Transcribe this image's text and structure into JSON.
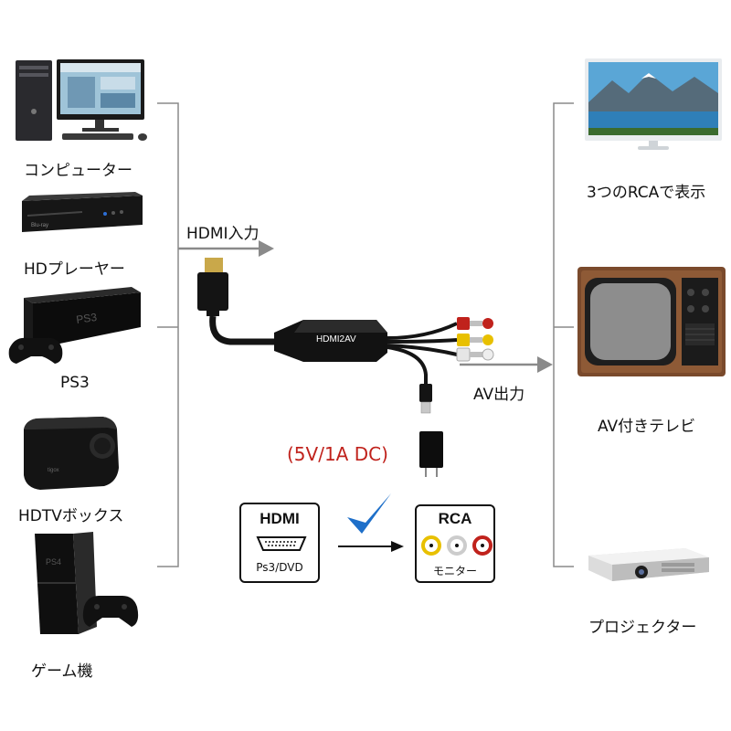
{
  "sources": [
    {
      "label": "コンピューター",
      "icon": "computer-icon"
    },
    {
      "label": "HDプレーヤー",
      "icon": "bluray-player-icon"
    },
    {
      "label": "PS3",
      "icon": "ps3-console-icon"
    },
    {
      "label": "HDTVボックス",
      "icon": "tv-box-icon"
    },
    {
      "label": "ゲーム機",
      "icon": "ps4-console-icon"
    }
  ],
  "outputs": [
    {
      "label": "3つのRCAで表示",
      "icon": "monitor-icon"
    },
    {
      "label": "AV付きテレビ",
      "icon": "crt-tv-icon"
    },
    {
      "label": "プロジェクター",
      "icon": "projector-icon"
    }
  ],
  "input_arrow_label": "HDMI入力",
  "output_arrow_label": "AV出力",
  "adapter_label": "HDMI2AV",
  "power_label": "(5V/1A DC)",
  "hdmi_box": {
    "title": "HDMI",
    "subtitle": "Ps3/DVD"
  },
  "rca_box": {
    "title": "RCA",
    "subtitle": "モニター"
  },
  "colors": {
    "bracket": "#8a8a8a",
    "power_text": "#c0221c",
    "checkmark": "#1e6fc9",
    "rca_yellow": "#e8c000",
    "rca_white": "#d8d8d8",
    "rca_red": "#c0221c"
  }
}
